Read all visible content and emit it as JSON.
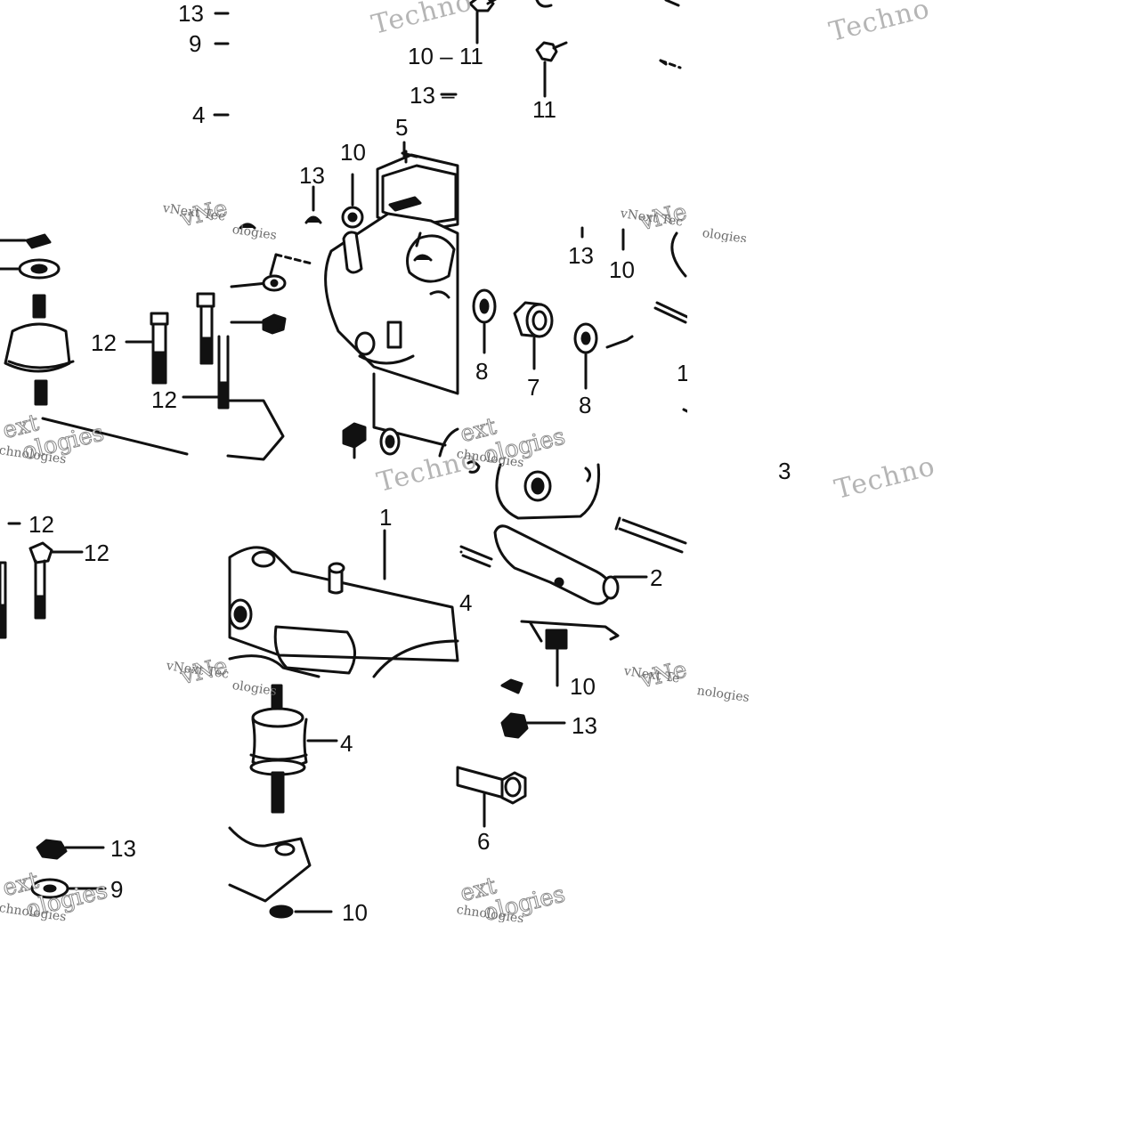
{
  "watermarks": {
    "techno": "Techno",
    "vnext_tec": "vNext Tec",
    "vne": "vNe",
    "ologies": "ologies",
    "ext": "ext",
    "chnologies": "chnologies",
    "vnext_te": "vNext Te",
    "nologies": "nologies"
  },
  "callouts": {
    "c13_a": "13",
    "c9_a": "9",
    "c4_a": "4",
    "c10_11": "10 – 11",
    "c11_b": "11",
    "c13_b": "13 –",
    "c13_c": "13",
    "c10_c": "10",
    "c5": "5",
    "c13_d": "13",
    "c10_d": "10",
    "c12_a": "12",
    "c12_b": "12",
    "c8_a": "8",
    "c7": "7",
    "c8_b": "8",
    "c1_partial": "1",
    "c3": "3",
    "c12_c": "12",
    "c12_d": "12",
    "c1": "1",
    "c2": "2",
    "c4_b": "4",
    "c10_e": "10",
    "c13_e": "13",
    "c4_c": "4",
    "c6": "6",
    "c13_f": "13",
    "c9_b": "9",
    "c10_f": "10"
  }
}
